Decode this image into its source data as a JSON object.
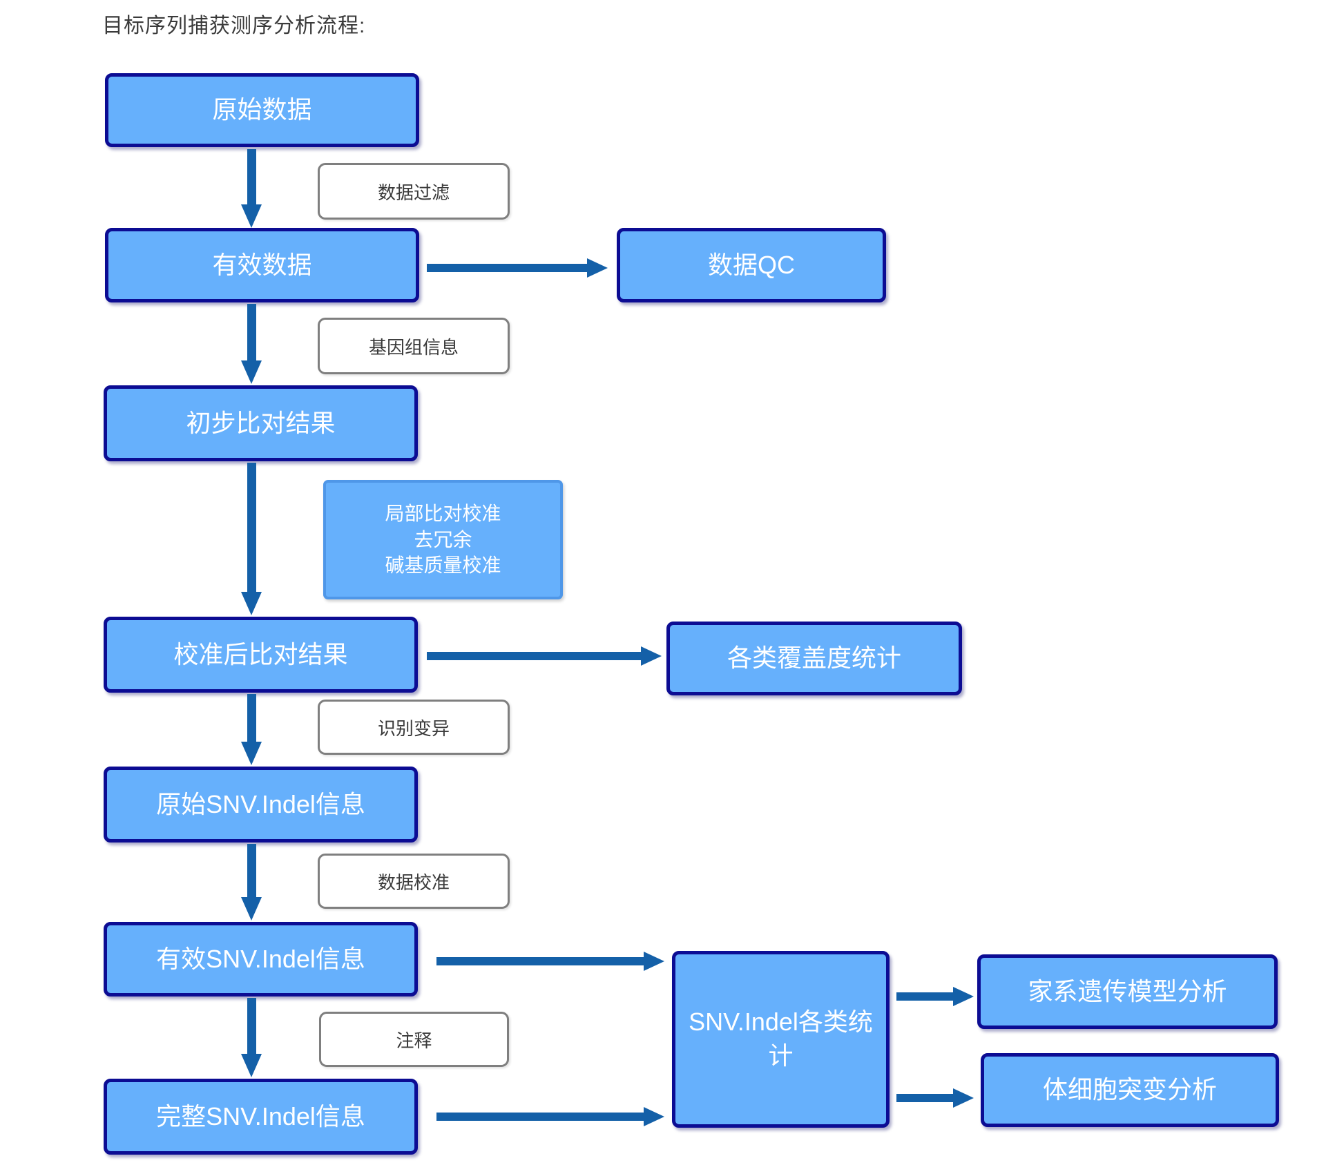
{
  "title": "目标序列捕获测序分析流程:",
  "colors": {
    "node_fill": "#66b0fc",
    "node_border": "#0c0c93",
    "node_text": "#ffffff",
    "arrow": "#1460a8",
    "label_border": "#7f7f7f",
    "label_text": "#3a3a3a",
    "blue_label_border": "#4f97e8"
  },
  "flowchart": {
    "nodes": {
      "raw_data": "原始数据",
      "valid_data": "有效数据",
      "initial_alignment": "初步比对结果",
      "calibrated_alignment": "校准后比对结果",
      "raw_snv_indel": "原始SNV.Indel信息",
      "valid_snv_indel": "有效SNV.Indel信息",
      "complete_snv_indel": "完整SNV.Indel信息",
      "data_qc": "数据QC",
      "coverage_stats": "各类覆盖度统计",
      "snv_indel_stats": "SNV.Indel各类统计",
      "family_model_analysis": "家系遗传模型分析",
      "somatic_mutation_analysis": "体细胞突变分析"
    },
    "process_labels": {
      "data_filter": "数据过滤",
      "genome_info": "基因组信息",
      "local_realignment_lines": [
        "局部比对校准",
        "去冗余",
        "碱基质量校准"
      ],
      "variant_calling": "识别变异",
      "data_calibration": "数据校准",
      "annotation": "注释"
    }
  }
}
